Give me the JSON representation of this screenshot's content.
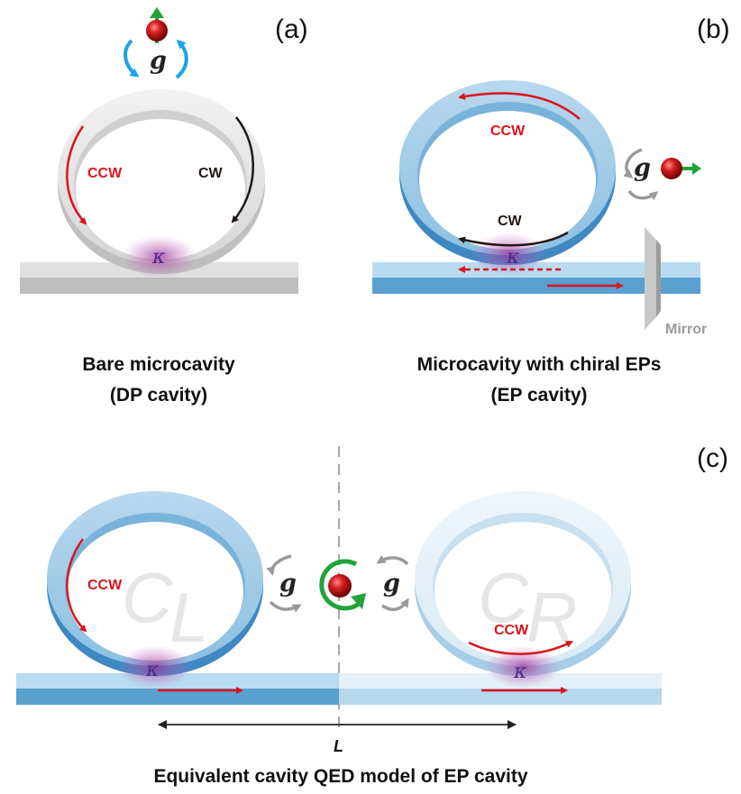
{
  "colors": {
    "gray_ring": "#d9d9d9",
    "blue_ring": "#5fa3d2",
    "light_ring": "#cfe4f2",
    "ccw_arrow": "#d9141e",
    "cw_arrow": "#231815",
    "blue_arrow": "#1aa3e8",
    "green_arrow": "#21a33a",
    "coupling_glow": "#a0409a"
  },
  "panel_a": {
    "label": "(a)",
    "g": "g",
    "kappa": "κ",
    "ccw": "CCW",
    "cw": "CW",
    "caption_line1": "Bare microcavity",
    "caption_line2": "(DP cavity)"
  },
  "panel_b": {
    "label": "(b)",
    "g": "g",
    "kappa": "κ",
    "ccw": "CCW",
    "cw": "CW",
    "mirror": "Mirror",
    "caption_line1": "Microcavity with chiral EPs",
    "caption_line2": "(EP cavity)"
  },
  "panel_c": {
    "label": "(c)",
    "g_left": "g",
    "g_right": "g",
    "kappa_left": "κ",
    "kappa_right": "κ",
    "ccw_left": "CCW",
    "ccw_right": "CCW",
    "cavity_left": "C",
    "cavity_left_sub": "L",
    "cavity_right": "C",
    "cavity_right_sub": "R",
    "length": "L",
    "caption": "Equivalent cavity QED model of EP cavity"
  }
}
